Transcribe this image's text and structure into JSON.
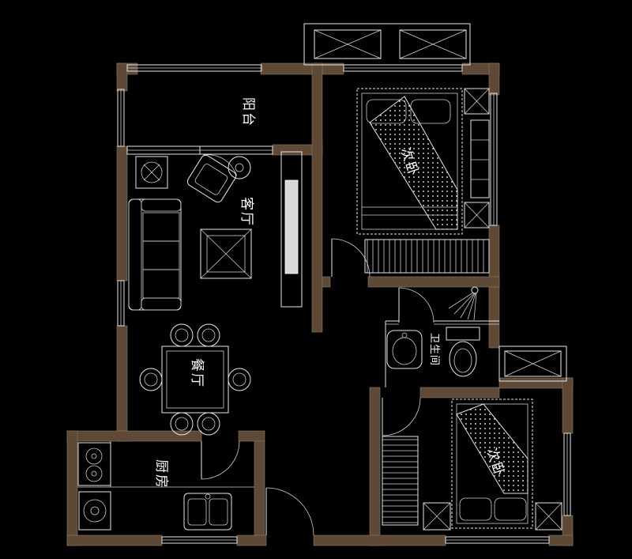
{
  "plan": {
    "colors": {
      "background": "#000000",
      "wall": "#5d4936",
      "line": "#e6e6e6",
      "text": "#ffffff"
    },
    "rooms": {
      "balcony": {
        "label": "阳台"
      },
      "living_room": {
        "label": "客厅"
      },
      "dining_room": {
        "label": "餐厅"
      },
      "kitchen": {
        "label": "厨房"
      },
      "bathroom": {
        "label": "卫生间"
      },
      "bedroom_top": {
        "label": "次卧"
      },
      "bedroom_bottom": {
        "label": "次卧"
      }
    }
  }
}
